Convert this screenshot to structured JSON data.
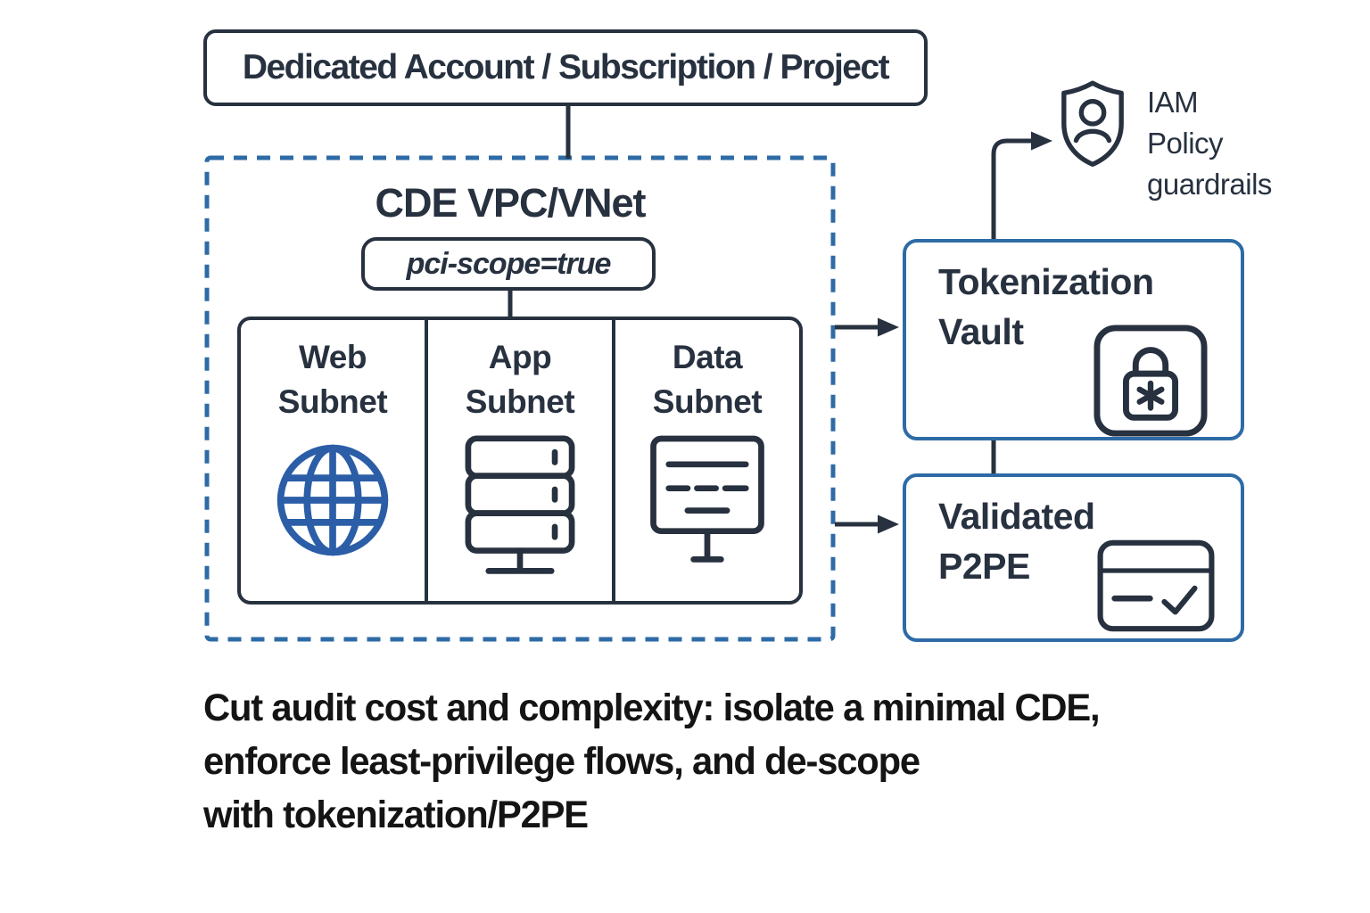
{
  "colors": {
    "ink": "#27313f",
    "accent_blue": "#2e6ba6",
    "globe_blue": "#2b5ea7",
    "text_dark": "#141414",
    "background": "#ffffff"
  },
  "top_box": {
    "label": "Dedicated Account / Subscription / Project"
  },
  "cde_vpc": {
    "title": "CDE VPC/VNet",
    "scope_tag": "pci-scope=true",
    "subnets": [
      {
        "lines": [
          "Web",
          "Subnet"
        ],
        "icon": "globe-icon"
      },
      {
        "lines": [
          "App",
          "Subnet"
        ],
        "icon": "server-stack-icon"
      },
      {
        "lines": [
          "Data",
          "Subnet"
        ],
        "icon": "data-store-icon"
      }
    ]
  },
  "iam_guardrails": {
    "lines": [
      "IAM",
      "Policy",
      "guardrails"
    ],
    "icon": "shield-user-icon"
  },
  "tokenization_vault": {
    "lines": [
      "Tokenization",
      "Vault"
    ],
    "icon": "lock-token-icon"
  },
  "validated_p2pe": {
    "lines": [
      "Validated",
      "P2PE"
    ],
    "icon": "card-check-icon"
  },
  "caption": {
    "lines": [
      "Cut audit cost and complexity: isolate a minimal CDE,",
      "enforce least-privilege flows, and de-scope",
      "with tokenization/P2PE"
    ]
  }
}
